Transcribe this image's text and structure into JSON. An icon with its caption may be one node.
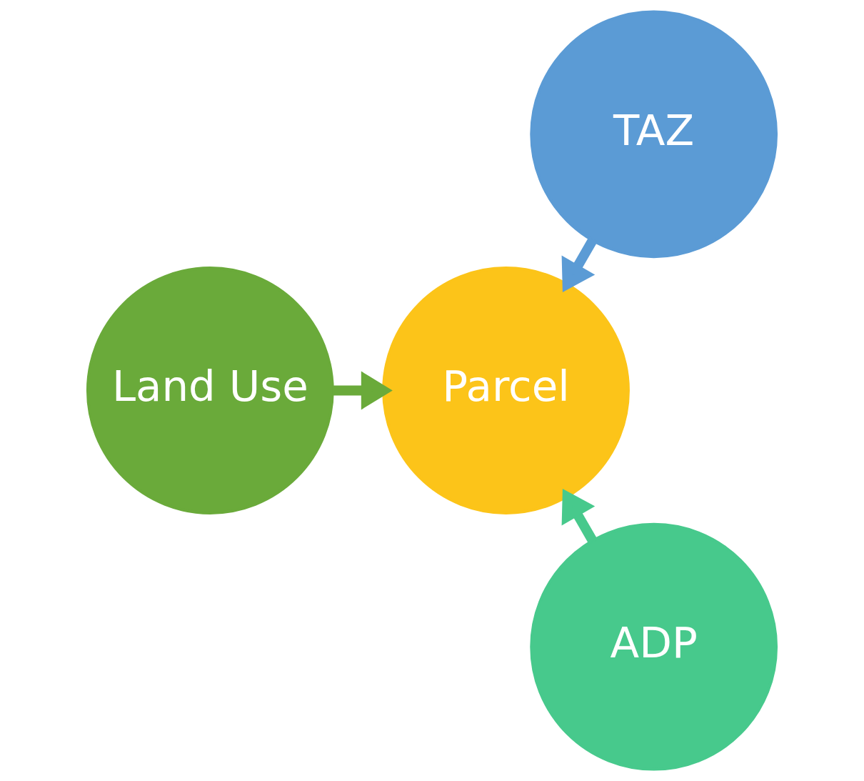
{
  "diagram": {
    "nodes": [
      {
        "text": [
          "TAZ"
        ]
      },
      {
        "text": [
          "Parcel"
        ]
      },
      {
        "text": [
          "Land Use"
        ]
      },
      {
        "text": [
          "ADP"
        ]
      }
    ],
    "edges": [
      {
        "from": 0,
        "to": 1,
        "arrow": "to",
        "color": "#5b9bd5"
      },
      {
        "from": 2,
        "to": 1,
        "arrow": "to",
        "color": "#6aaa3a"
      },
      {
        "from": 3,
        "to": 1,
        "arrow": "to",
        "color": "#47c98c"
      }
    ]
  }
}
